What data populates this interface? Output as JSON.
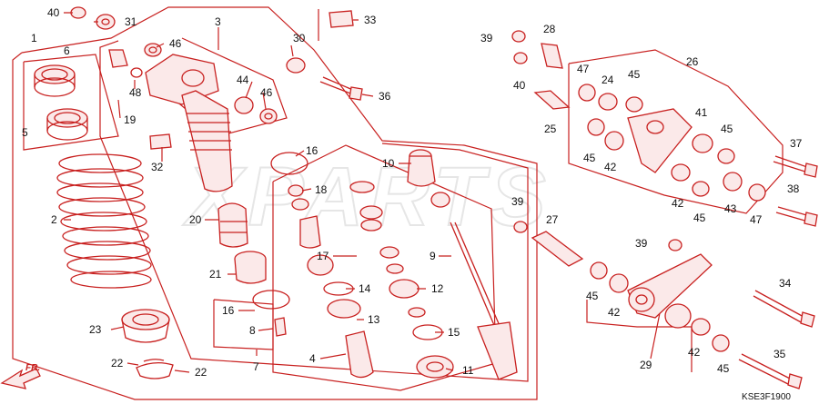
{
  "diagram": {
    "code": "KSE3F1900",
    "watermark": "XPARTS",
    "front_marker": "FR.",
    "callouts": [
      "40",
      "31",
      "3",
      "33",
      "1",
      "6",
      "46",
      "30",
      "48",
      "44",
      "46",
      "36",
      "5",
      "19",
      "16",
      "32",
      "10",
      "18",
      "2",
      "20",
      "17",
      "39",
      "9",
      "21",
      "14",
      "12",
      "16",
      "23",
      "8",
      "13",
      "15",
      "4",
      "22",
      "22",
      "7",
      "11",
      "39",
      "28",
      "40",
      "47",
      "24",
      "45",
      "26",
      "25",
      "41",
      "45",
      "45",
      "42",
      "37",
      "42",
      "45",
      "43",
      "47",
      "38",
      "27",
      "39",
      "34",
      "45",
      "42",
      "29",
      "42",
      "45",
      "35"
    ]
  }
}
